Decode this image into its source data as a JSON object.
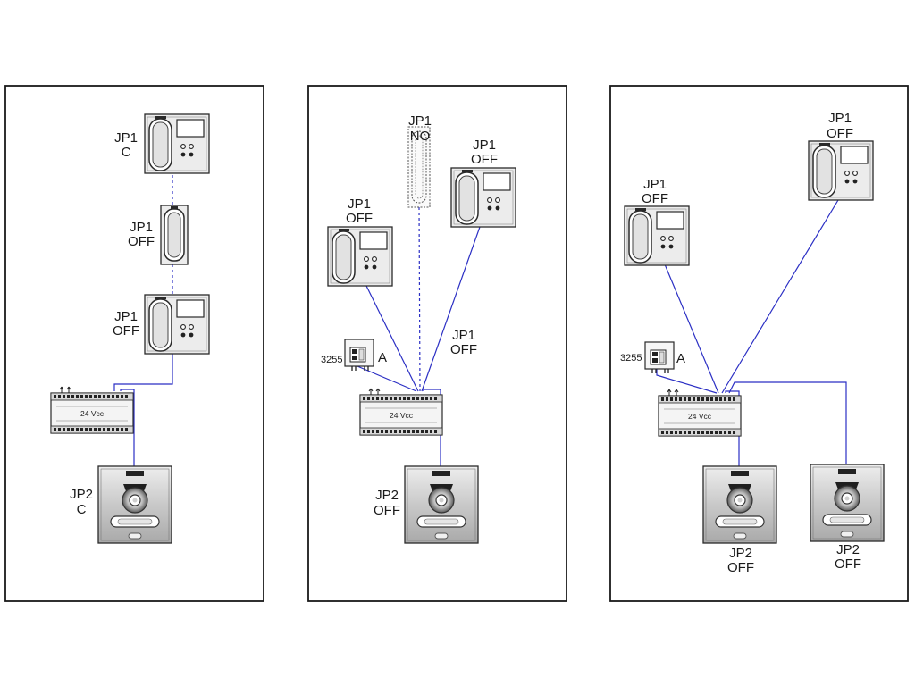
{
  "panels": [
    {
      "labels": {
        "monitor_top": [
          "JP1",
          "C"
        ],
        "handset": [
          "JP1",
          "OFF"
        ],
        "monitor_bottom": [
          "JP1",
          "OFF"
        ],
        "door_panel": [
          "JP2",
          "C"
        ]
      },
      "psu_text": "24 Vcc"
    },
    {
      "labels": {
        "monitor_left": [
          "JP1",
          "OFF"
        ],
        "handset": [
          "JP1",
          "NO"
        ],
        "monitor_right": [
          "JP1",
          "OFF"
        ],
        "wire_label": [
          "JP1",
          "OFF"
        ],
        "door_panel": [
          "JP2",
          "OFF"
        ],
        "distributor_code": "3255",
        "distributor_letter": "A"
      },
      "psu_text": "24 Vcc"
    },
    {
      "labels": {
        "monitor_left": [
          "JP1",
          "OFF"
        ],
        "monitor_right": [
          "JP1",
          "OFF"
        ],
        "door_panel_left": [
          "JP2",
          "OFF"
        ],
        "door_panel_right": [
          "JP2",
          "OFF"
        ],
        "distributor_code": "3255",
        "distributor_letter": "A"
      },
      "psu_text": "24 Vcc"
    }
  ],
  "colors": {
    "wire": "#2b2fc4",
    "frame": "#1a1a1a",
    "device": "#333333"
  }
}
